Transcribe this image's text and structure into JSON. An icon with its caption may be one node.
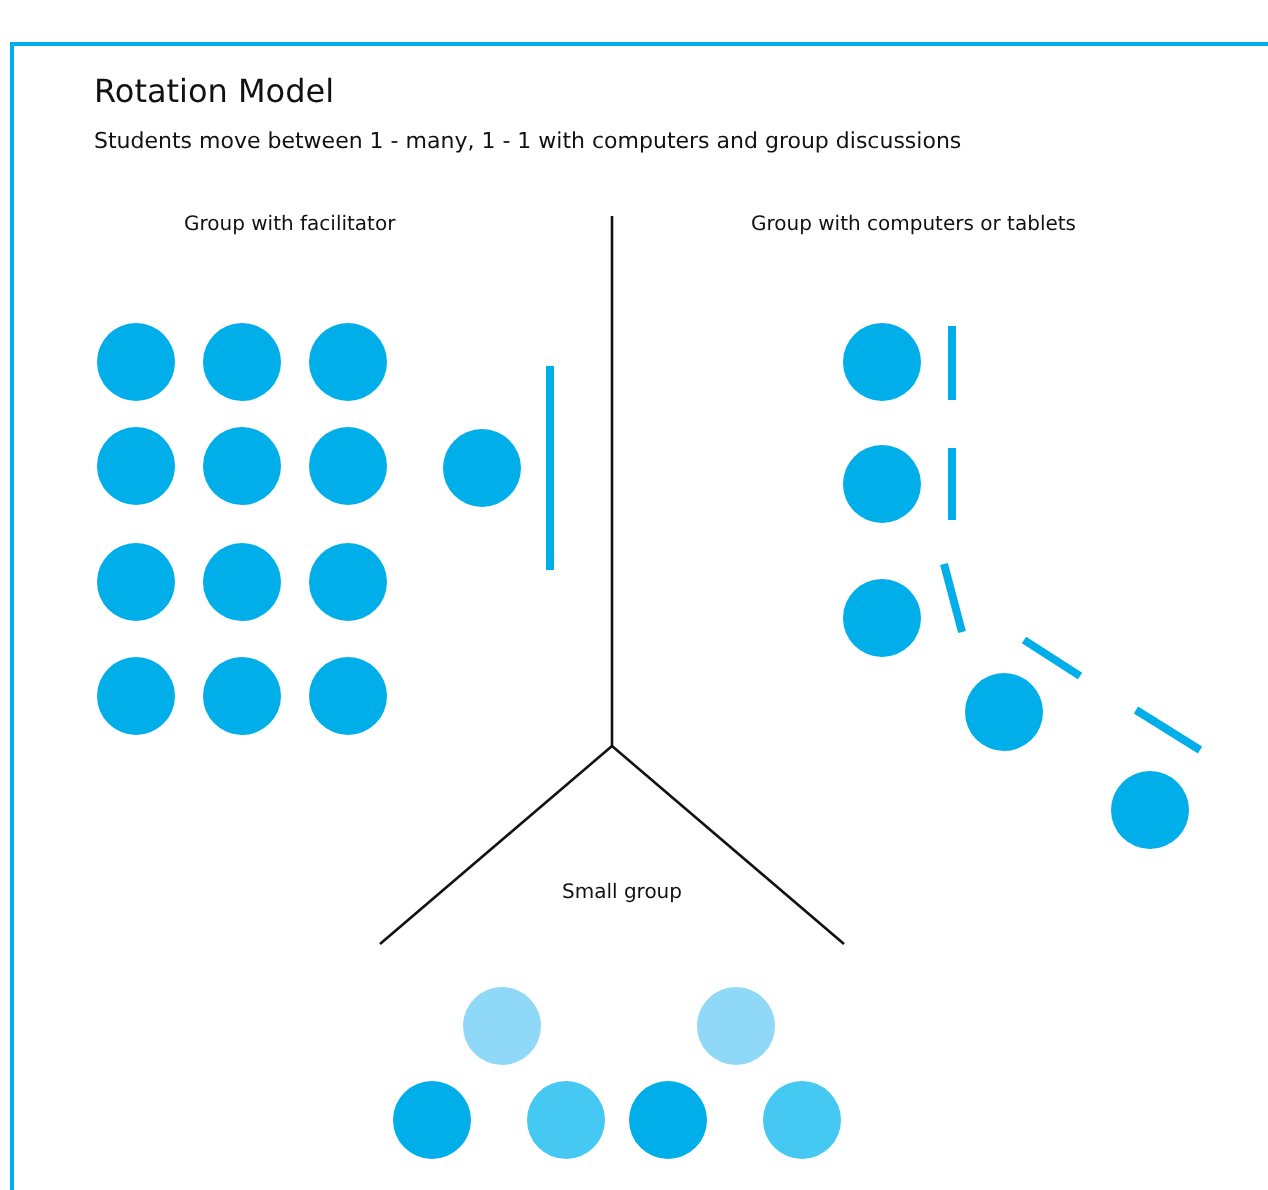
{
  "diagram": {
    "title": "Rotation Model",
    "labels": [
      "Students move between 1 - many, 1 - 1 with computers and group discussions",
      "Group with facilitator",
      "Group with computers or tablets",
      "Small group"
    ]
  }
}
